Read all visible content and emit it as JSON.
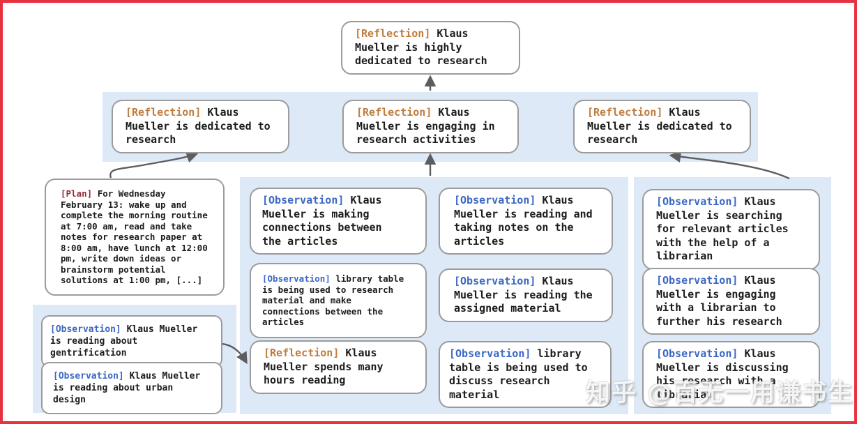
{
  "colors": {
    "reflection": "#c07c3e",
    "observation": "#3b67c4",
    "plan": "#8f2d35",
    "band": "#dde9f7",
    "node_border": "#9b9b9b",
    "arrow": "#5d5d60",
    "frame": "#e73140",
    "text": "#1c1c1c"
  },
  "nodes": {
    "top_reflection": {
      "tag": "[Reflection]",
      "text": "Klaus Mueller is highly dedicated to research"
    },
    "reflection_left": {
      "tag": "[Reflection]",
      "text": "Klaus Mueller is dedicated to research"
    },
    "reflection_mid": {
      "tag": "[Reflection]",
      "text": "Klaus Mueller is engaging in research activities"
    },
    "reflection_right": {
      "tag": "[Reflection]",
      "text": "Klaus Mueller is dedicated to research"
    },
    "plan": {
      "tag": "[Plan]",
      "text": "For Wednesday February 13: wake up and complete the morning routine at 7:00 am, read and take notes for research paper at 8:00 am, have lunch at 12:00 pm, write down ideas or brainstorm potential solutions at 1:00 pm, [...]"
    },
    "obs_gentrification": {
      "tag": "[Observation]",
      "text": "Klaus Mueller is reading about gentrification"
    },
    "obs_urban_design": {
      "tag": "[Observation]",
      "text": "Klaus Mueller is reading about urban design"
    },
    "obs_connections": {
      "tag": "[Observation]",
      "text": "Klaus Mueller is making connections between the articles"
    },
    "obs_library_research": {
      "tag": "[Observation]",
      "text": "library table is being used to research material and make connections between the articles"
    },
    "reflection_hours": {
      "tag": "[Reflection]",
      "text": "Klaus Mueller spends many hours reading"
    },
    "obs_taking_notes": {
      "tag": "[Observation]",
      "text": "Klaus Mueller is reading and taking notes on the articles"
    },
    "obs_assigned": {
      "tag": "[Observation]",
      "text": "Klaus Mueller is reading the assigned material"
    },
    "obs_library_discuss": {
      "tag": "[Observation]",
      "text": "library table is being used to discuss research material"
    },
    "obs_searching": {
      "tag": "[Observation]",
      "text": "Klaus Mueller is searching for relevant articles with the help of a librarian"
    },
    "obs_engaging": {
      "tag": "[Observation]",
      "text": "Klaus Mueller is engaging with a librarian to further his research"
    },
    "obs_discussing": {
      "tag": "[Observation]",
      "text": "Klaus Mueller is discussing his research with a librarian"
    }
  },
  "watermark": {
    "text": "知乎 @百无一用谦书生"
  }
}
